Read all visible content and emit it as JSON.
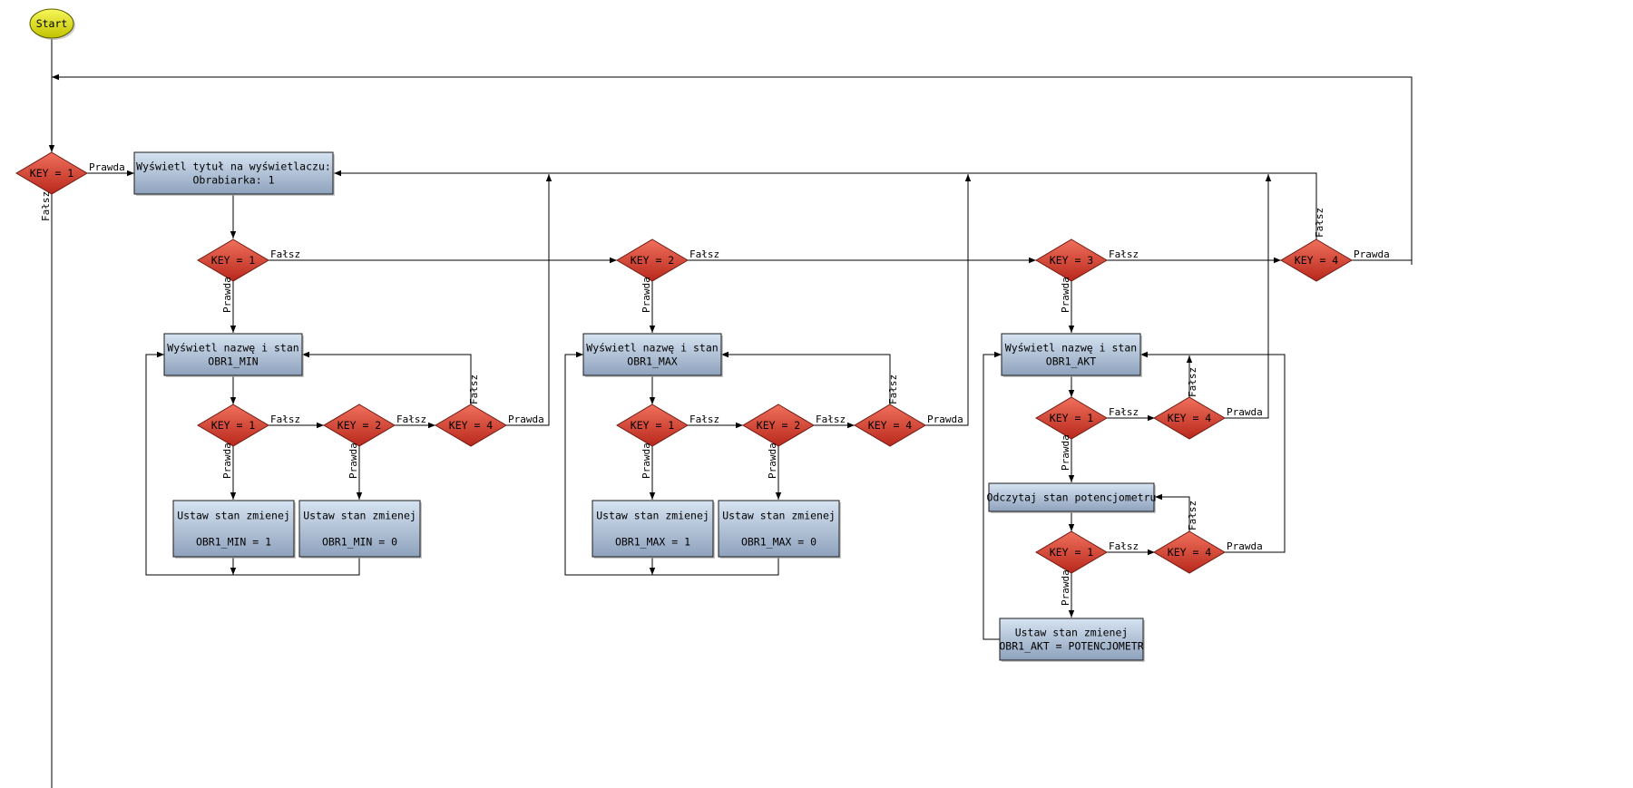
{
  "start_label": "Start",
  "boxes": {
    "title": [
      "Wyświetl tytuł na wyświetlaczu:",
      "Obrabiarka: 1"
    ],
    "min_show": [
      "Wyświetl nazwę i stan",
      "OBR1_MIN"
    ],
    "max_show": [
      "Wyświetl nazwę i stan",
      "OBR1_MAX"
    ],
    "akt_show": [
      "Wyświetl nazwę i stan",
      "OBR1_AKT"
    ],
    "min_set1": [
      "Ustaw stan zmienej",
      "OBR1_MIN = 1"
    ],
    "min_set0": [
      "Ustaw stan zmienej",
      "OBR1_MIN = 0"
    ],
    "max_set1": [
      "Ustaw stan zmienej",
      "OBR1_MAX = 1"
    ],
    "max_set0": [
      "Ustaw stan zmienej",
      "OBR1_MAX = 0"
    ],
    "read_pot": [
      "Odczytaj stan potencjometru"
    ],
    "akt_set": [
      "Ustaw stan zmienej",
      "OBR1_AKT = POTENCJOMETR"
    ]
  },
  "decisions": {
    "d_main": "KEY = 1",
    "d_k1": "KEY = 1",
    "d_k2": "KEY = 2",
    "d_k3": "KEY = 3",
    "d_k4": "KEY = 4",
    "d_min1": "KEY = 1",
    "d_min2": "KEY = 2",
    "d_min4": "KEY = 4",
    "d_max1": "KEY = 1",
    "d_max2": "KEY = 2",
    "d_max4": "KEY = 4",
    "d_akt1": "KEY = 1",
    "d_akt4": "KEY = 4",
    "d_pot1": "KEY = 1",
    "d_pot4": "KEY = 4"
  },
  "edge_labels": {
    "true": "Prawda",
    "false": "Fałsz"
  },
  "colors": {
    "decision_top": "#f0705c",
    "decision_bottom": "#b8281c",
    "box_top": "#d6e3f1",
    "box_bottom": "#8ea2bd",
    "start_top": "#f7f75a",
    "start_bottom": "#c2c200"
  }
}
